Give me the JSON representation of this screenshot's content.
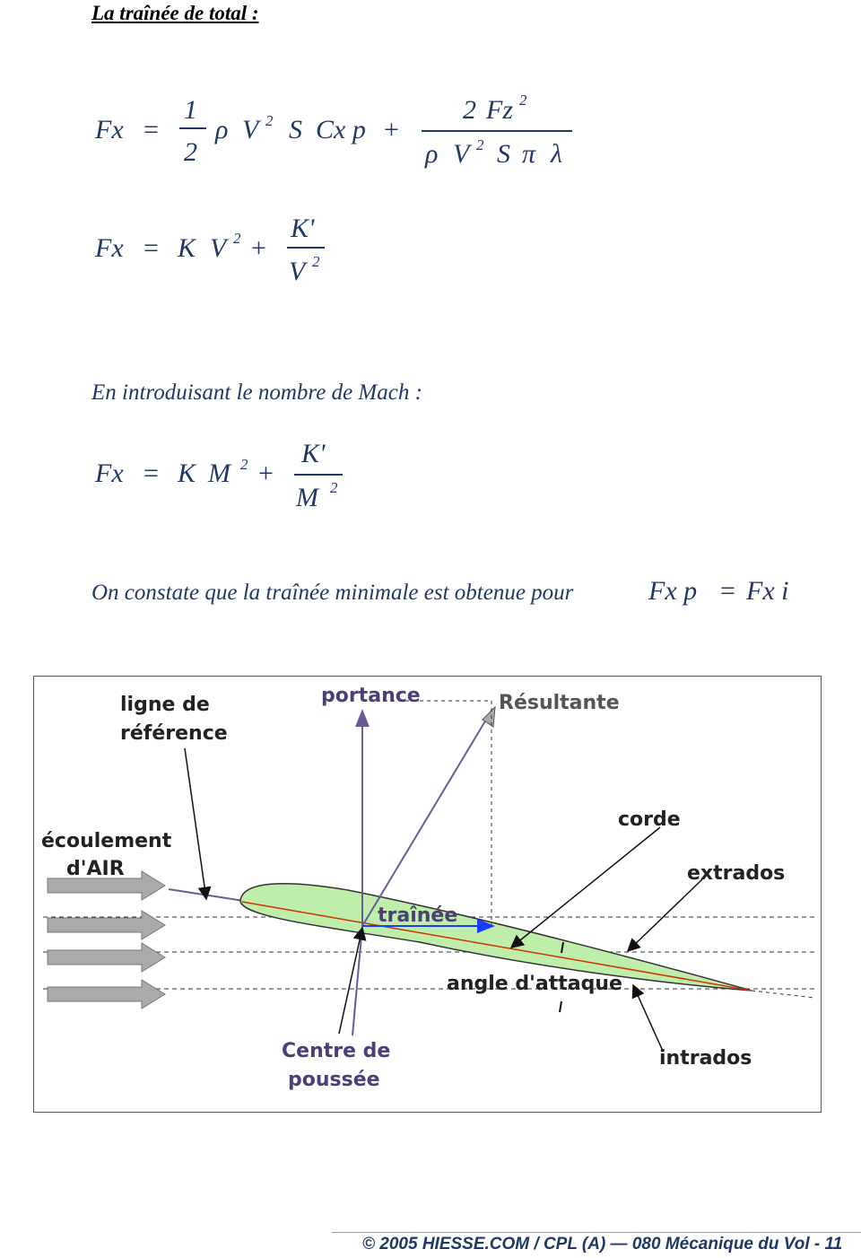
{
  "title": "La traînée de total :",
  "eq1": {
    "lhs": "Fx",
    "eq": "=",
    "frac1_num": "1",
    "frac1_den": "2",
    "rho": "ρ",
    "V": "V",
    "exp": "2",
    "S": "S",
    "Cxp": "Cx p",
    "plus": "+",
    "frac2_num_a": "2",
    "frac2_num_b": "Fz",
    "frac2_num_exp": "2",
    "frac2_den_rho": "ρ",
    "frac2_den_V": "V",
    "frac2_den_exp": "2",
    "frac2_den_S": "S",
    "frac2_den_pi": "π",
    "frac2_den_lambda": "λ"
  },
  "eq2": {
    "lhs": "Fx",
    "eq": "=",
    "K": "K",
    "V": "V",
    "exp": "2",
    "plus": "+",
    "num": "K'",
    "den_V": "V",
    "den_exp": "2"
  },
  "mach_intro": "En introduisant le nombre de Mach :",
  "eq3": {
    "lhs": "Fx",
    "eq": "=",
    "K": "K",
    "M": "M",
    "exp": "2",
    "plus": "+",
    "num": "K'",
    "den_M": "M",
    "den_exp": "2"
  },
  "conclusion": {
    "text": "On constate que la traînée minimale est obtenue pour",
    "lhs": "Fx p",
    "eq": "=",
    "rhs": "Fx i"
  },
  "figure": {
    "labels": {
      "ligne_de_reference_1": "ligne de",
      "ligne_de_reference_2": "référence",
      "portance": "portance",
      "resultante": "Résultante",
      "ecoulement_1": "écoulement",
      "ecoulement_2": "d'AIR",
      "corde": "corde",
      "extrados": "extrados",
      "trainee": "traînée",
      "angle_attaque": "angle d'attaque",
      "centre_1": "Centre de",
      "centre_2": "poussée",
      "intrados": "intrados"
    },
    "colors": {
      "wing": "#bfeeaa",
      "purple": "#6a5a9a",
      "arrow_grey": "#aaaaaa",
      "blue_arrow": "#1a3cff"
    }
  },
  "footer": "© 2005  HIESSE.COM / CPL (A) — 080 Mécanique du Vol - 11"
}
